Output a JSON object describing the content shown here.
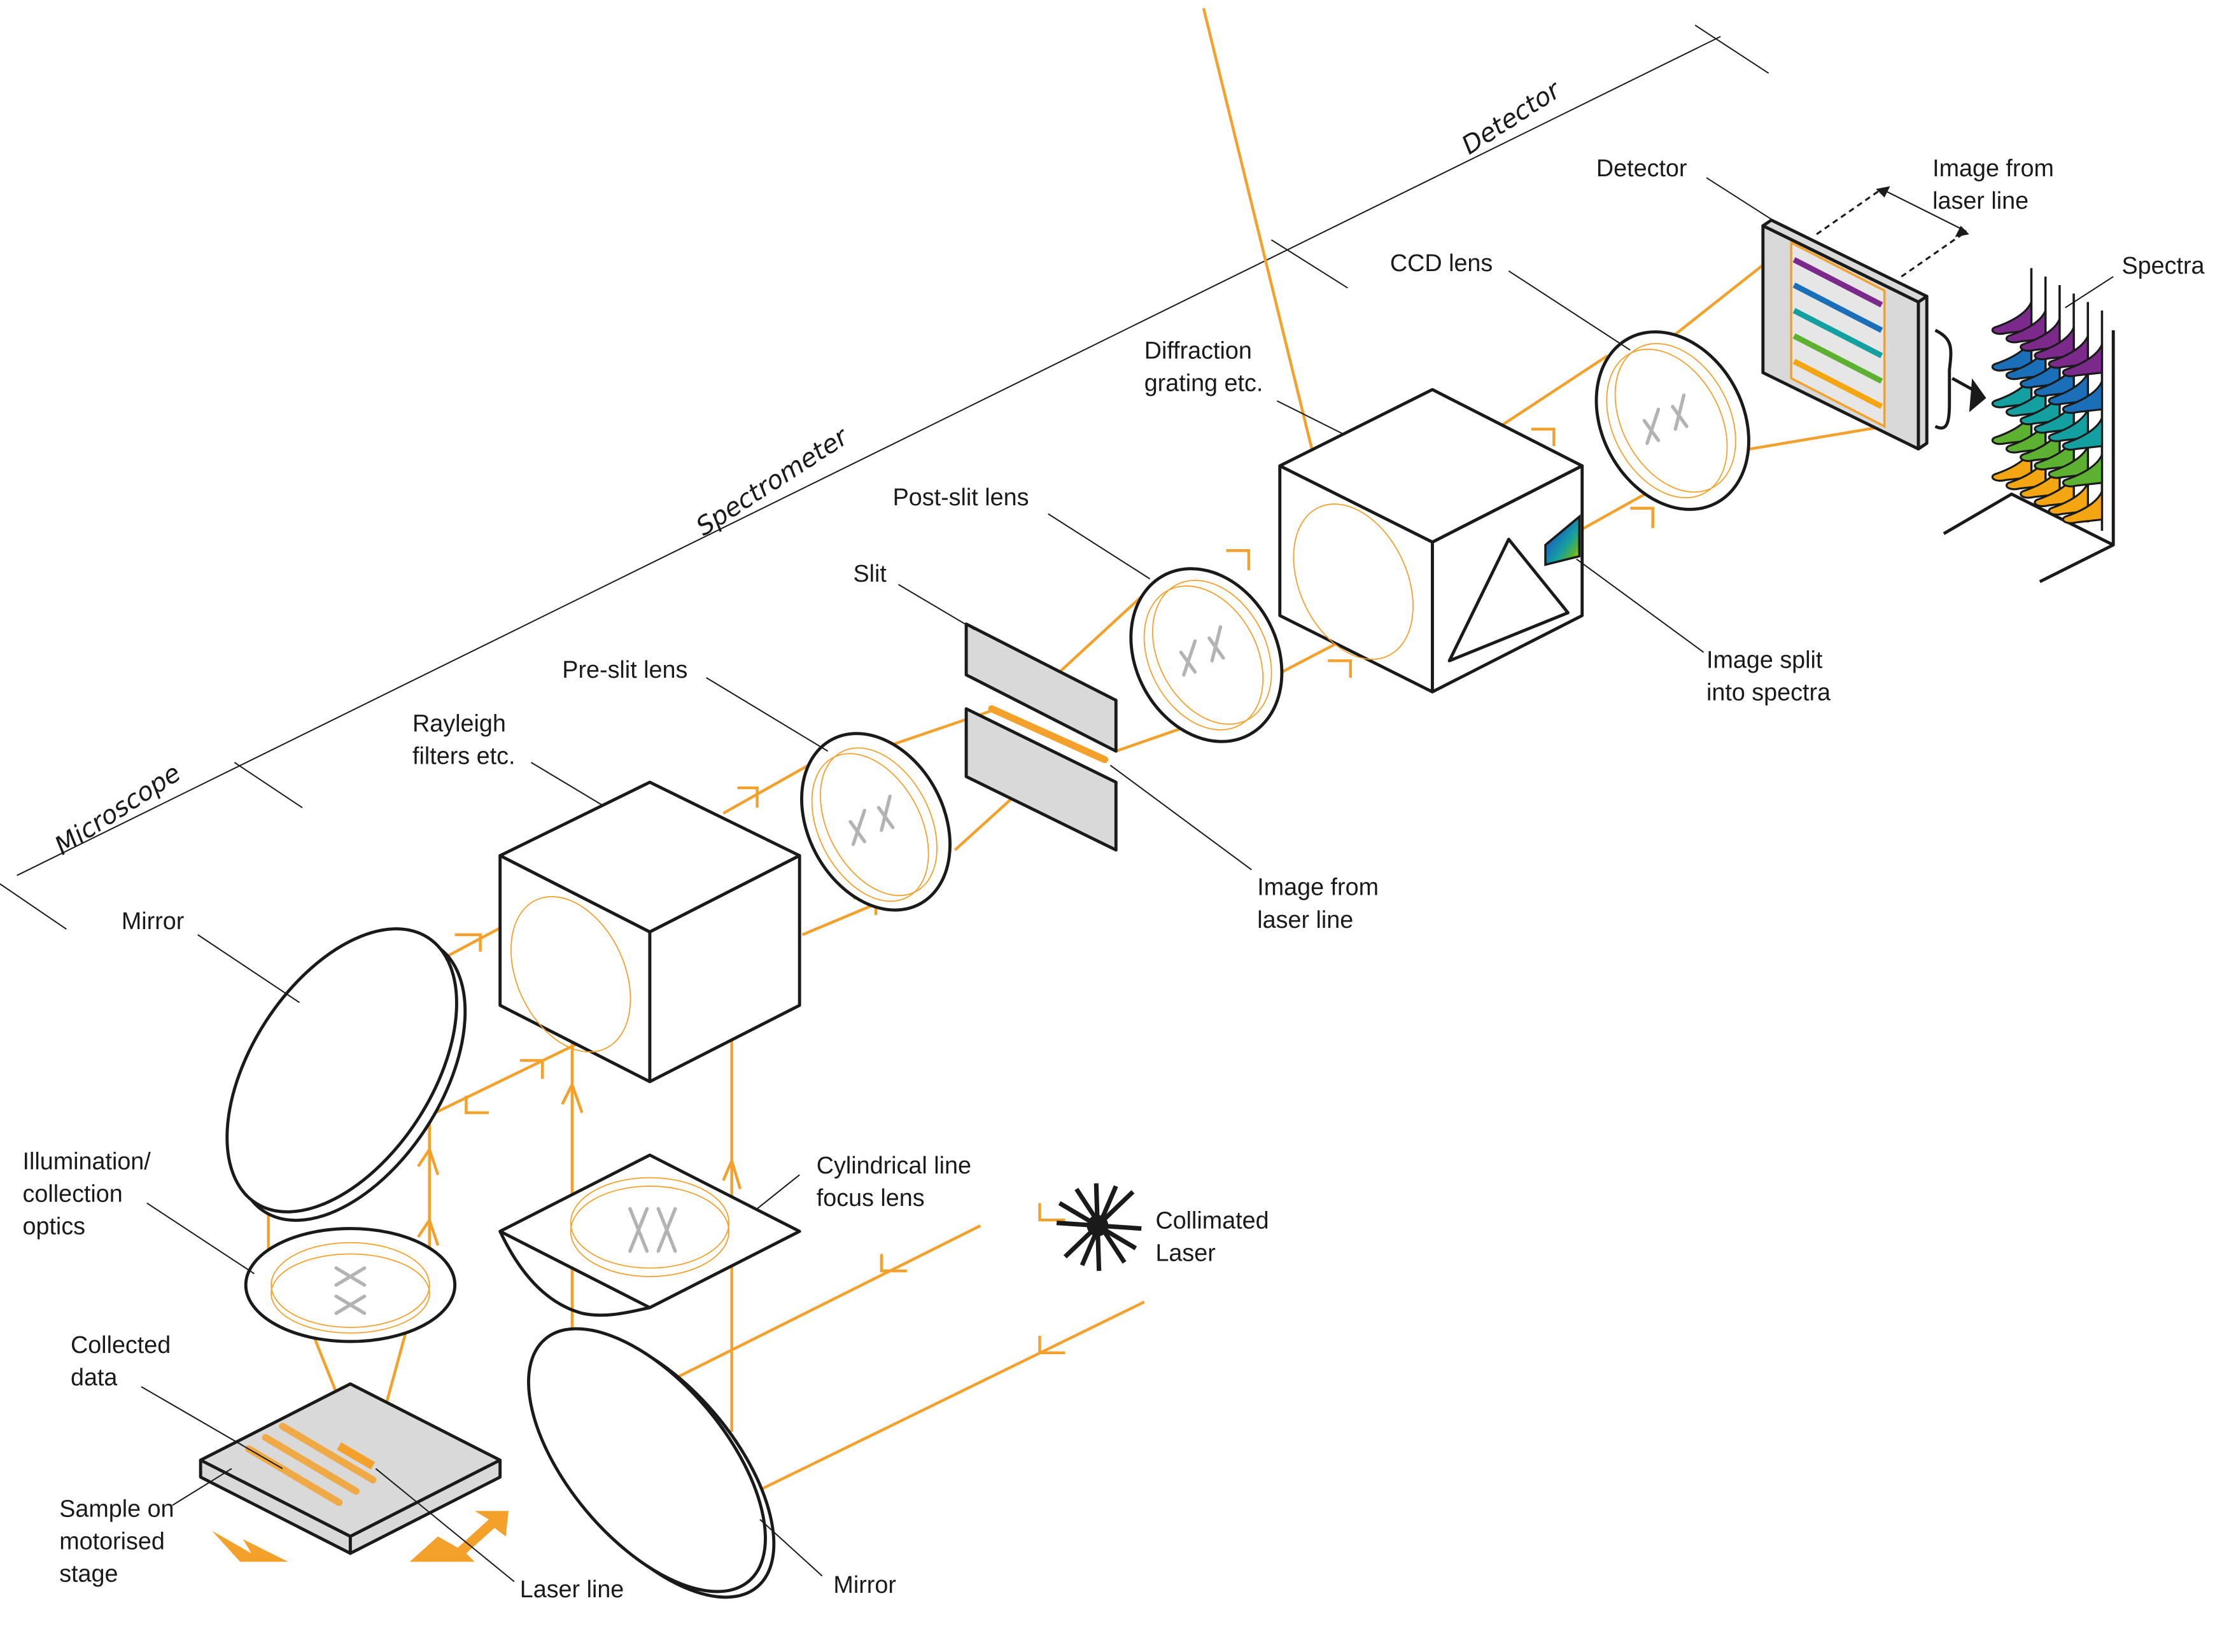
{
  "diagram": {
    "title": "Raman line-scan imaging setup",
    "sections": {
      "microscope": "Microscope",
      "spectrometer": "Spectrometer",
      "detector": "Detector"
    },
    "labels": {
      "mirror_top": "Mirror",
      "illumination_1": "Illumination/",
      "illumination_2": "collection",
      "illumination_3": "optics",
      "collected_1": "Collected",
      "collected_2": "data",
      "sample_1": "Sample on",
      "sample_2": "motorised",
      "sample_3": "stage",
      "laser_line": "Laser line",
      "mirror_bottom": "Mirror",
      "cyl_1": "Cylindrical line",
      "cyl_2": "focus lens",
      "collimated_1": "Collimated",
      "collimated_2": "Laser",
      "rayleigh_1": "Rayleigh",
      "rayleigh_2": "filters etc.",
      "preslit": "Pre-slit lens",
      "slit": "Slit",
      "postslit": "Post-slit lens",
      "image_laser_1": "Image from",
      "image_laser_2": "laser line",
      "diffraction_1": "Diffraction",
      "diffraction_2": "grating etc.",
      "image_split_1": "Image split",
      "image_split_2": "into spectra",
      "ccd": "CCD lens",
      "detector": "Detector",
      "det_image_1": "Image from",
      "det_image_2": "laser line",
      "spectra": "Spectra"
    },
    "colors": {
      "beam": "#f4a12c",
      "outline": "#1a1a1a",
      "panel": "#d9d9d9",
      "lens_cross": "#b3b3b3"
    },
    "spectral_bands": [
      "#7b2a8c",
      "#1a6fb8",
      "#14a0a0",
      "#5cb130",
      "#f4a612"
    ]
  }
}
